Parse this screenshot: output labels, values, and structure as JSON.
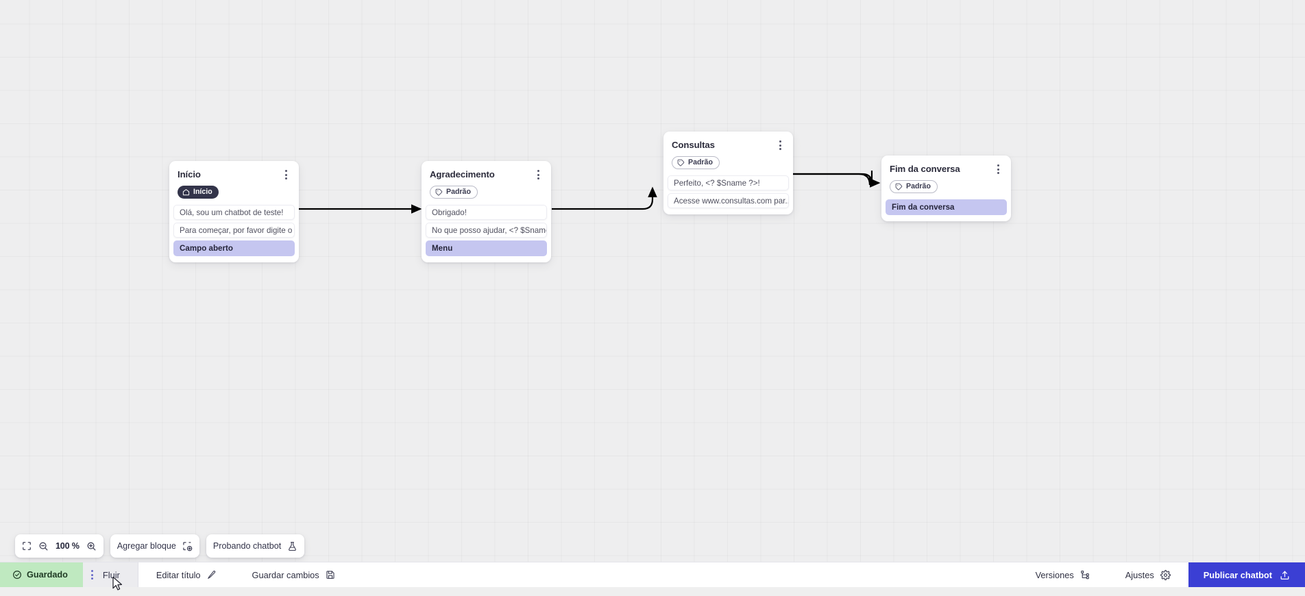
{
  "canvas": {
    "nodes": [
      {
        "id": "inicio",
        "title": "Início",
        "badge": {
          "label": "Início",
          "icon": "home-icon",
          "style": "dark"
        },
        "rows": [
          {
            "text": "Olá, sou um chatbot de teste!",
            "style": "msg"
          },
          {
            "text": "Para começar, por favor digite o ...",
            "style": "msg"
          },
          {
            "text": "Campo aberto",
            "style": "accent"
          }
        ]
      },
      {
        "id": "agradecimento",
        "title": "Agradecimento",
        "badge": {
          "label": "Padrão",
          "icon": "tag-icon",
          "style": "outline"
        },
        "rows": [
          {
            "text": "Obrigado!",
            "style": "msg"
          },
          {
            "text": "No que posso ajudar, <? $Sname ...",
            "style": "msg"
          },
          {
            "text": "Menu",
            "style": "accent"
          }
        ]
      },
      {
        "id": "consultas",
        "title": "Consultas",
        "badge": {
          "label": "Padrão",
          "icon": "tag-icon",
          "style": "outline"
        },
        "rows": [
          {
            "text": "Perfeito, <? $Sname ?>!",
            "style": "msg"
          },
          {
            "text": "Acesse www.consultas.com par...",
            "style": "msg"
          }
        ]
      },
      {
        "id": "fim",
        "title": "Fim da conversa",
        "badge": {
          "label": "Padrão",
          "icon": "tag-icon",
          "style": "outline"
        },
        "rows": [
          {
            "text": "Fim da conversa",
            "style": "accent"
          }
        ]
      }
    ]
  },
  "toolbar": {
    "fit_icon": "fit-screen-icon",
    "zoom_out_icon": "zoom-out-icon",
    "zoom_level": "100 %",
    "zoom_in_icon": "zoom-in-icon",
    "add_block_label": "Agregar bloque",
    "add_block_icon": "add-block-icon",
    "test_chatbot_label": "Probando chatbot",
    "test_chatbot_icon": "flask-icon"
  },
  "bottombar": {
    "saved_label": "Guardado",
    "saved_icon": "check-circle-icon",
    "flow_tab_label": "Fluir",
    "flow_tab_handle_icon": "drag-dots-icon",
    "edit_title_label": "Editar título",
    "edit_title_icon": "pencil-icon",
    "save_changes_label": "Guardar cambios",
    "save_changes_icon": "floppy-icon",
    "versions_label": "Versiones",
    "versions_icon": "branch-icon",
    "settings_label": "Ajustes",
    "settings_icon": "gear-icon",
    "publish_label": "Publicar chatbot",
    "publish_icon": "upload-icon"
  },
  "colors": {
    "accent_blue": "#3b3fd4",
    "accent_lavender": "#c5c6f0",
    "saved_green": "#bfe9c0",
    "badge_dark": "#33344a",
    "canvas_bg": "#eeeeef"
  }
}
